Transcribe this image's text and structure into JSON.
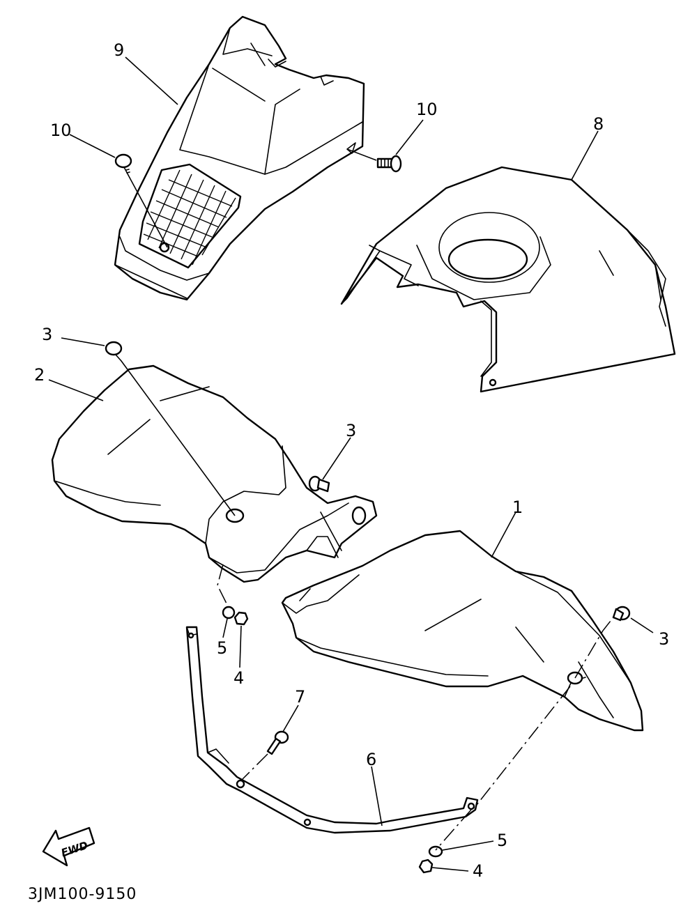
{
  "callouts": [
    "1",
    "2",
    "3",
    "4",
    "5",
    "6",
    "7",
    "8",
    "9",
    "10"
  ],
  "fwd_label": "FWD",
  "diagram_code": "3JM100-9150"
}
